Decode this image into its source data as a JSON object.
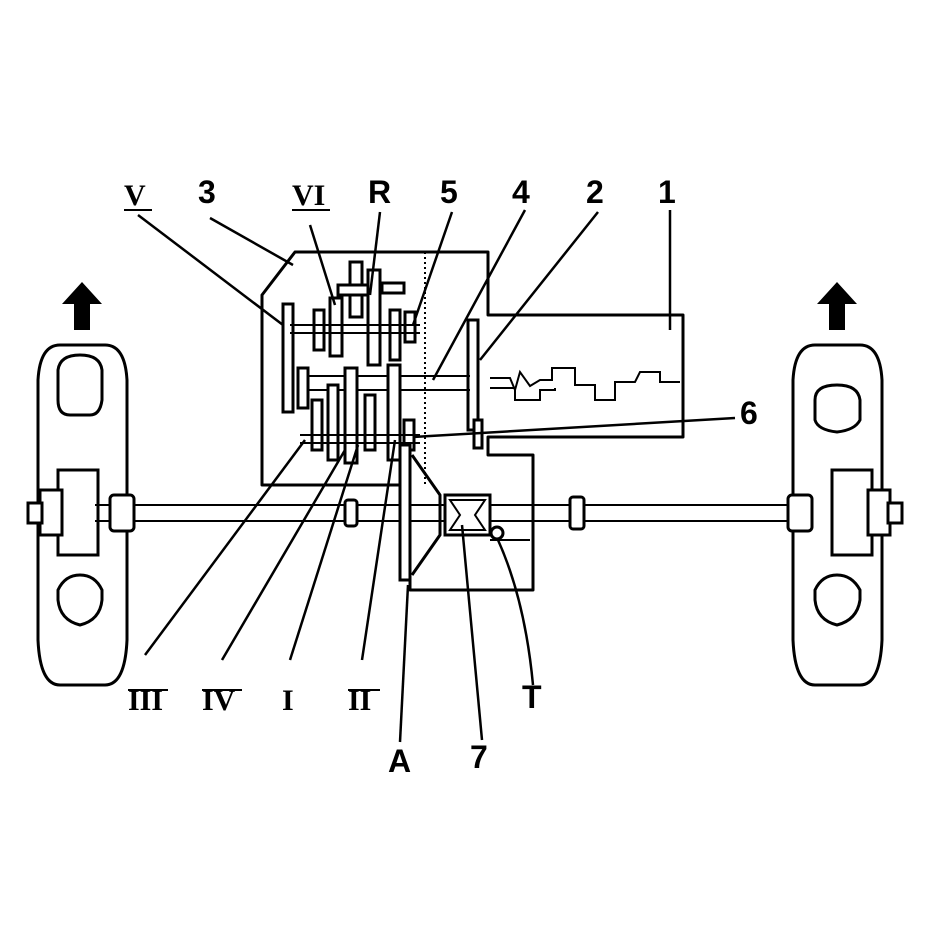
{
  "labels": {
    "gear_5": "V",
    "num_3": "3",
    "gear_6": "VI",
    "reverse": "R",
    "num_5": "5",
    "num_4": "4",
    "num_2": "2",
    "num_1": "1",
    "num_6": "6",
    "gear_3": "III",
    "gear_4": "IV",
    "gear_1": "I",
    "gear_2": "II",
    "letter_a": "A",
    "num_7": "7",
    "letter_t": "T"
  }
}
